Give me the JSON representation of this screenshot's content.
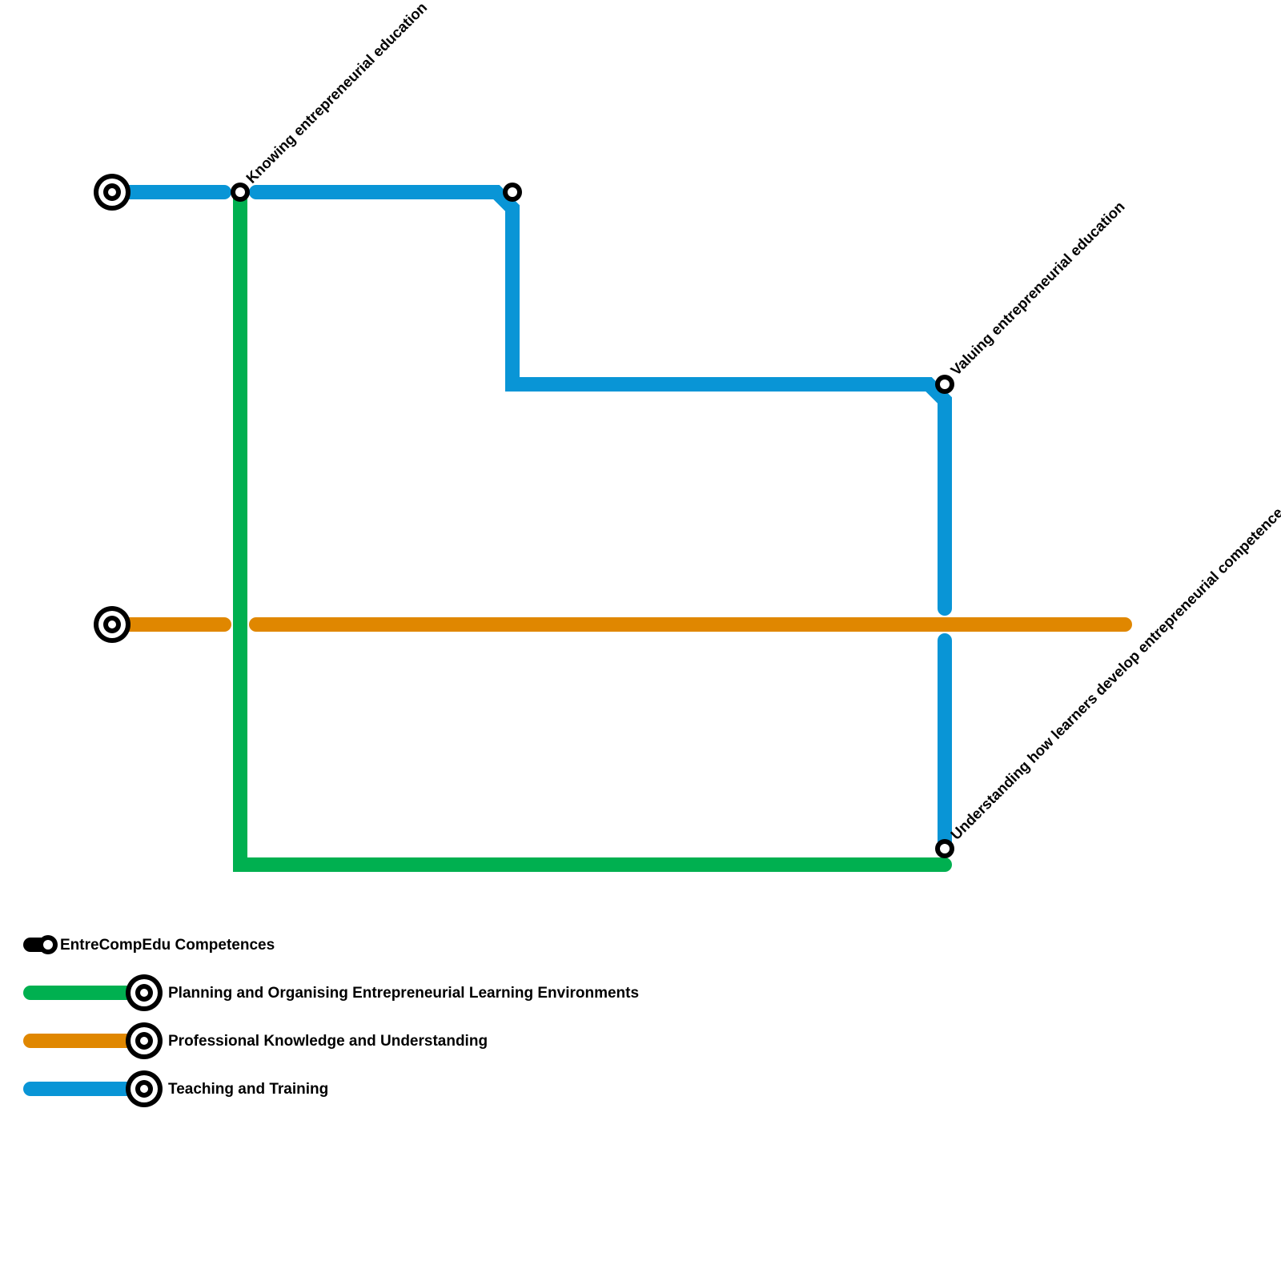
{
  "lines": {
    "planning": {
      "name": "Planning and Organising Entrepreneurial Learning Environments",
      "color": "#00b050"
    },
    "knowledge": {
      "name": "Professional Knowledge and Understanding",
      "color": "#e08700"
    },
    "teaching": {
      "name": "Teaching and Training",
      "color": "#0995d6"
    }
  },
  "stations": {
    "knowing": "Knowing entrepreneurial education",
    "valuing": "Valuing entrepreneurial education",
    "understanding": "Understanding how learners develop entrepreneurial competence"
  },
  "legend": {
    "competences": "EntreCompEdu Competences",
    "planning": "Planning and Organising Entrepreneurial Learning Environments",
    "knowledge": "Professional Knowledge and Understanding",
    "teaching": "Teaching and Training"
  }
}
